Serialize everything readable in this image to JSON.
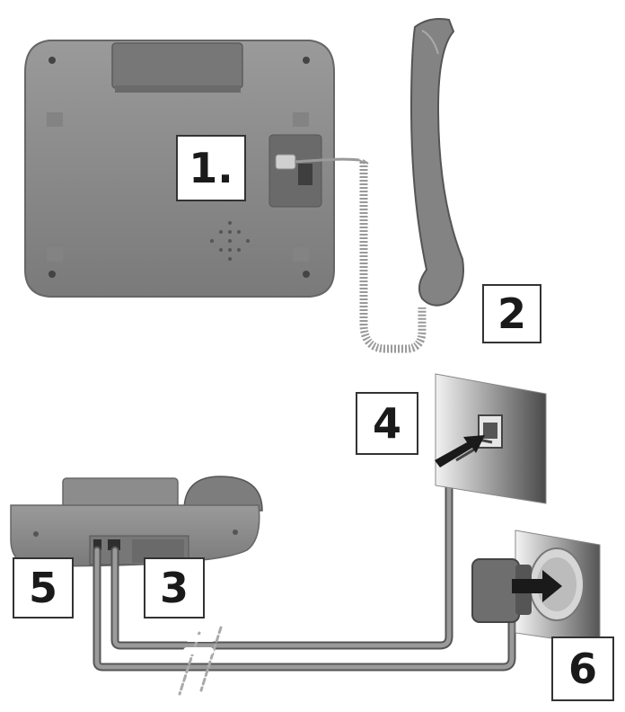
{
  "callouts": {
    "c1": "1.",
    "c2": "2",
    "c3": "3",
    "c4": "4",
    "c5": "5",
    "c6": "6"
  },
  "colors": {
    "phone_body": "#8a8a8a",
    "phone_dark": "#6e6e6e",
    "cable": "#7a7a7a",
    "wall": "#bdbdbd",
    "label_border": "#333333"
  },
  "icons": {
    "plug_arrow": "arrow-right-icon"
  }
}
